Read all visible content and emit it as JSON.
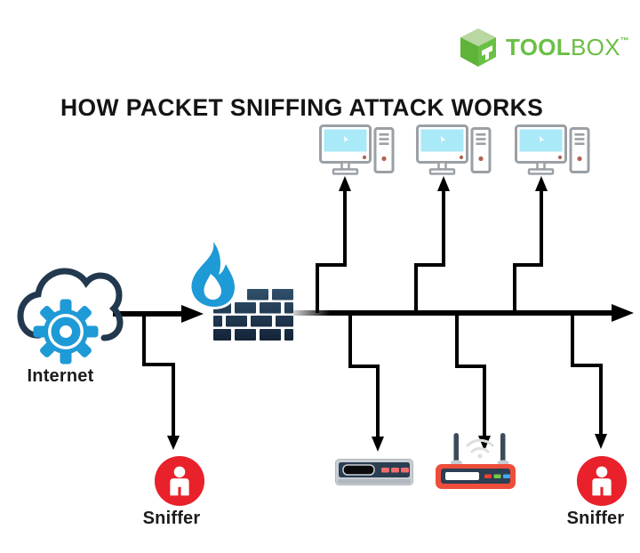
{
  "title": "HOW PACKET SNIFFING ATTACK WORKS",
  "logo": {
    "brand_bold": "TOOL",
    "brand_regular": "BOX",
    "trademark": "™",
    "icon": "toolbox-cube-icon"
  },
  "labels": {
    "internet": "Internet",
    "sniffer_left": "Sniffer",
    "sniffer_right": "Sniffer"
  },
  "icons": [
    "cloud-internet-icon",
    "gear-icon",
    "flame-icon",
    "brick-wall-icon",
    "desktop-computer-icon",
    "network-switch-icon",
    "wifi-router-icon",
    "sniffer-person-icon",
    "arrow-icon"
  ],
  "colors": {
    "ink": "#000000",
    "text": "#1c1c1c",
    "navy": "#22384e",
    "blue": "#1e9ad6",
    "red": "#e8212a",
    "router-red": "#ee4d3b",
    "silver": "#c9ced3",
    "silver-dark": "#b2b8be",
    "panel-navy": "#2b3e52",
    "screen-cyan": "#a9e9f8",
    "device-gray": "#9aa0a5",
    "dot-brown": "#b06352",
    "btn-red": "#ef4136",
    "btn-green": "#7ac943",
    "btn-blue": "#3fa9f5",
    "btn-pink": "#f26d6d",
    "wifi-gray": "#dcdfe1",
    "antenna-slate": "#3b4b59",
    "antenna-base": "#c7cbd1",
    "brand-green": "#6abf45",
    "brand-green-light": "#b9d7a0",
    "brand-green-dark": "#5fb23a",
    "brick-top": "#31506b",
    "brick-bottom": "#142438"
  }
}
